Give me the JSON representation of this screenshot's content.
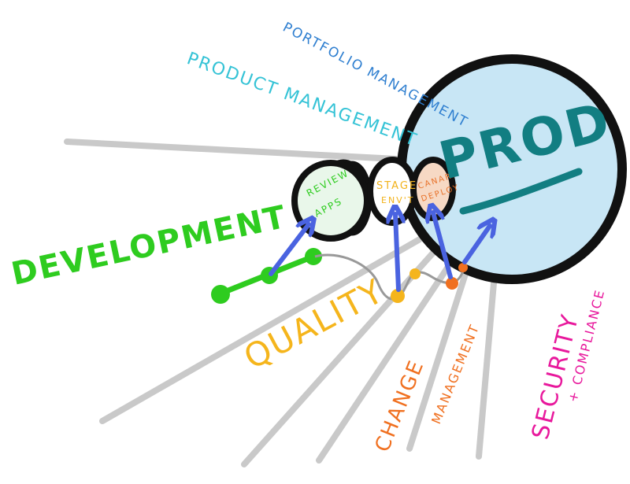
{
  "labels": {
    "portfolio": "Portfolio management",
    "product": "Product Management",
    "development": "Development",
    "review_line1": "Review",
    "review_line2": "apps",
    "stage_line1": "Stage",
    "stage_line2": "env't",
    "canary_line1": "Canary",
    "canary_line2": "Deploy",
    "prod": "PROD",
    "quality": "Quality",
    "change_line1": "Change",
    "change_line2": "Management",
    "security_line1": "Security",
    "security_line2": "+ Compliance"
  },
  "colors": {
    "portfolio": "#2f7fd0",
    "product": "#35c3d6",
    "development": "#2ecc1f",
    "review": "#2ecc1f",
    "stage": "#f2b21b",
    "canary": "#e8722a",
    "prod_text": "#127e82",
    "prod_fill": "#c8e6f5",
    "quality": "#f5b51c",
    "change": "#f07020",
    "security": "#e8189c",
    "arrow": "#4a63e0",
    "ray": "#c9c9c9",
    "outline": "#111111"
  }
}
